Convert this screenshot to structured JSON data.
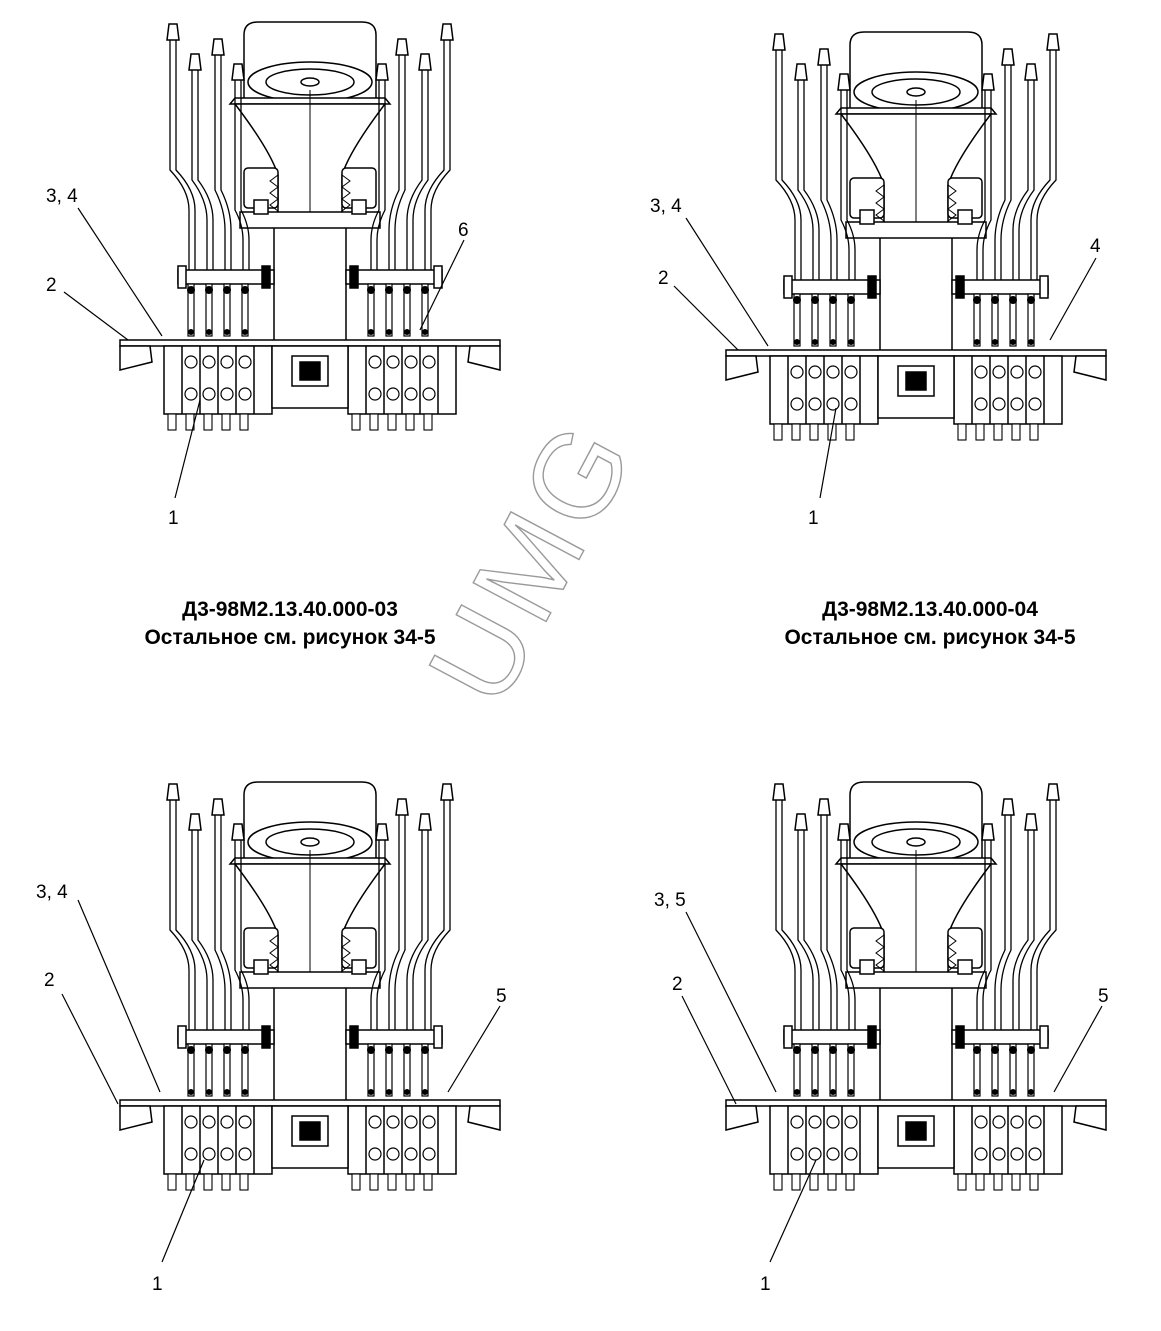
{
  "panels": [
    {
      "id": "top-left",
      "callouts": {
        "a": "3, 4",
        "b": "2",
        "c": "6",
        "d": "1"
      },
      "caption": [
        "Д3-98М2.13.40.000-03",
        "Остальное см. рисунок 34-5"
      ]
    },
    {
      "id": "top-right",
      "callouts": {
        "a": "3, 4",
        "b": "2",
        "c": "4",
        "d": "1"
      },
      "caption": [
        "Д3-98М2.13.40.000-04",
        "Остальное см. рисунок 34-5"
      ]
    },
    {
      "id": "bottom-left",
      "callouts": {
        "a": "3, 4",
        "b": "2",
        "c": "5",
        "d": "1"
      }
    },
    {
      "id": "bottom-right",
      "callouts": {
        "a": "3, 5",
        "b": "2",
        "c": "5",
        "d": "1"
      }
    }
  ],
  "watermark": "UMG"
}
